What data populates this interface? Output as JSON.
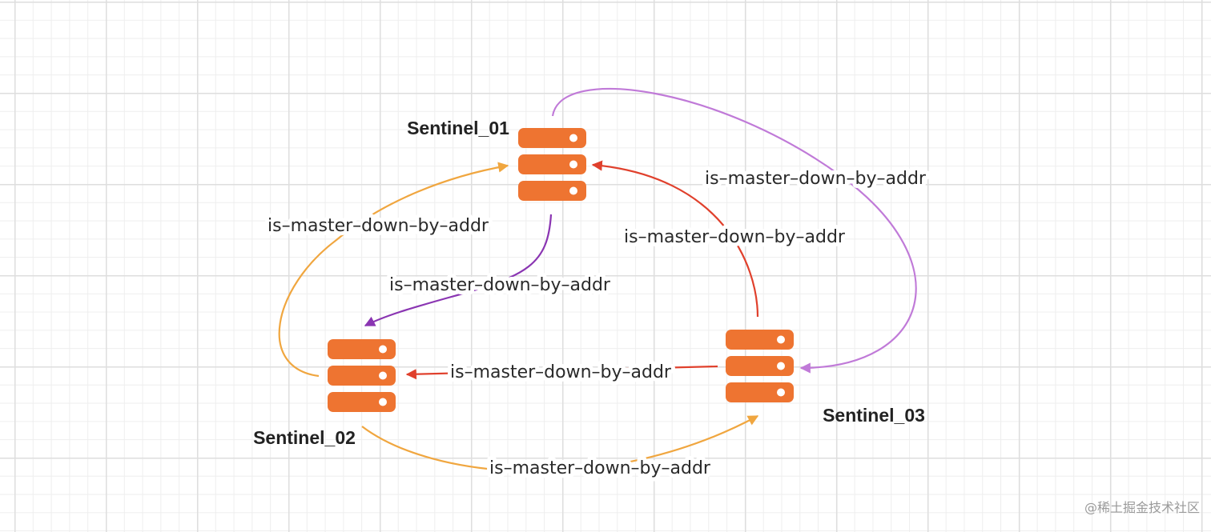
{
  "colors": {
    "node_fill": "#ee7431",
    "edge_orange": "#f0a63f",
    "edge_red": "#e0402c",
    "edge_purple": "#c07ad8",
    "edge_purple_dark": "#8a35b2"
  },
  "nodes": {
    "sentinel_01": {
      "label": "Sentinel_01",
      "icon": "server-icon"
    },
    "sentinel_02": {
      "label": "Sentinel_02",
      "icon": "server-icon"
    },
    "sentinel_03": {
      "label": "Sentinel_03",
      "icon": "server-icon"
    }
  },
  "edges": [
    {
      "from": "Sentinel_02",
      "to": "Sentinel_01",
      "label": "is–master–down–by–addr",
      "color": "#f0a63f"
    },
    {
      "from": "Sentinel_01",
      "to": "Sentinel_02",
      "label": "is–master–down–by–addr",
      "color": "#8a35b2"
    },
    {
      "from": "Sentinel_03",
      "to": "Sentinel_01",
      "label": "is–master–down–by–addr",
      "color": "#e0402c"
    },
    {
      "from": "Sentinel_01",
      "to": "Sentinel_03",
      "label": "is–master–down–by–addr",
      "color": "#c07ad8"
    },
    {
      "from": "Sentinel_03",
      "to": "Sentinel_02",
      "label": "is–master–down–by–addr",
      "color": "#e0402c"
    },
    {
      "from": "Sentinel_02",
      "to": "Sentinel_03",
      "label": "is–master–down–by–addr",
      "color": "#f0a63f"
    }
  ],
  "watermark": "@稀土掘金技术社区"
}
